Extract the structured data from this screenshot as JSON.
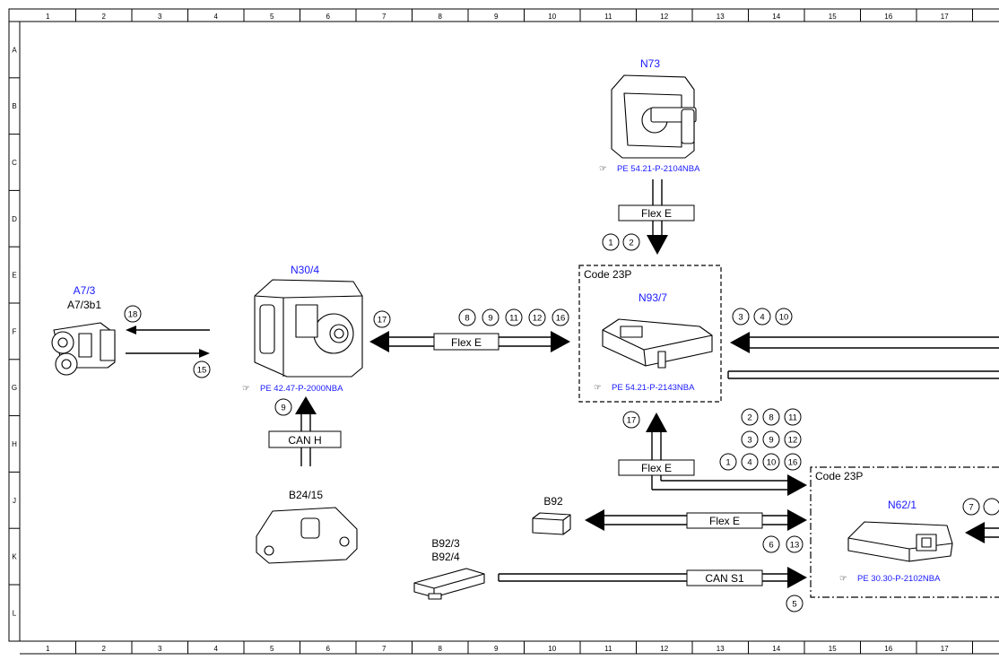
{
  "grid": {
    "columns": [
      "1",
      "2",
      "3",
      "4",
      "5",
      "6",
      "7",
      "8",
      "9",
      "10",
      "11",
      "12",
      "13",
      "14",
      "15",
      "16",
      "17"
    ],
    "rows": [
      "A",
      "B",
      "C",
      "D",
      "E",
      "F",
      "G",
      "H",
      "J",
      "K",
      "L"
    ]
  },
  "components": {
    "a7_3": {
      "code": "A7/3",
      "sub": "A7/3b1"
    },
    "n30_4": {
      "code": "N30/4",
      "ref": "PE 42.47-P-2000NBA"
    },
    "n73": {
      "code": "N73",
      "ref": "PE 54.21-P-2104NBA"
    },
    "n93_7": {
      "code": "N93/7",
      "ref": "PE 54.21-P-2143NBA"
    },
    "n62_1": {
      "code": "N62/1",
      "ref": "PE 30.30-P-2102NBA"
    },
    "b24_15": {
      "code": "B24/15"
    },
    "b92": {
      "code": "B92"
    },
    "b92_3": {
      "code": "B92/3",
      "code2": "B92/4"
    }
  },
  "frames": {
    "code_23p_top": "Code 23P",
    "code_23p_bottom": "Code 23P"
  },
  "buses": {
    "flex_e_n73": "Flex E",
    "flex_e_n30": "Flex E",
    "can_h": "CAN H",
    "flex_e_down": "Flex E",
    "flex_e_b92": "Flex E",
    "can_s1": "CAN S1"
  },
  "signals": {
    "a7_out": "18",
    "a7_in": "15",
    "n73_1": "1",
    "n73_2": "2",
    "n30_17": "17",
    "flex_top": [
      "8",
      "9",
      "11",
      "12",
      "16"
    ],
    "can_h_9": "9",
    "right_in": [
      "3",
      "4",
      "10"
    ],
    "n93_17": "17",
    "grid_row1": [
      "2",
      "8",
      "11"
    ],
    "grid_row2": [
      "3",
      "9",
      "12"
    ],
    "grid_row3": [
      "1",
      "4",
      "10",
      "16"
    ],
    "b92_6": "6",
    "b92_13": "13",
    "can_s1_5": "5",
    "n62_7": "7"
  },
  "colors": {
    "reference_blue": "#1a1aff",
    "line": "#000000"
  }
}
